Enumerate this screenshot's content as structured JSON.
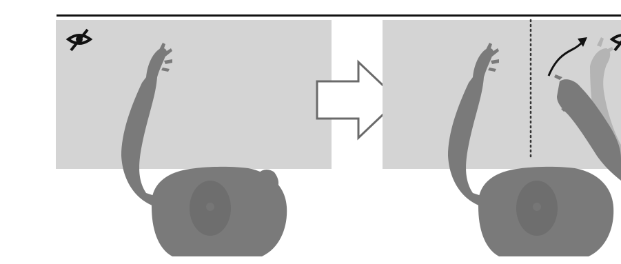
{
  "diagram": {
    "panels": [
      {
        "id": "before",
        "icon": "eye-slash-icon",
        "hands": 1
      },
      {
        "id": "after",
        "icon": "eye-slash-icon",
        "hands": 2,
        "has_ghost_hand": true,
        "has_divider": true,
        "has_motion_arrow": true
      }
    ],
    "transition_arrow_icon": "right-arrow-icon"
  },
  "colors": {
    "panel": "#d4d4d4",
    "figure": "#7a7a7a",
    "figure_dark": "#6e6e6e",
    "ghost_hand": "#b4b4b4",
    "transition_arrow": "#6a6a6a",
    "rule": "#111111"
  }
}
